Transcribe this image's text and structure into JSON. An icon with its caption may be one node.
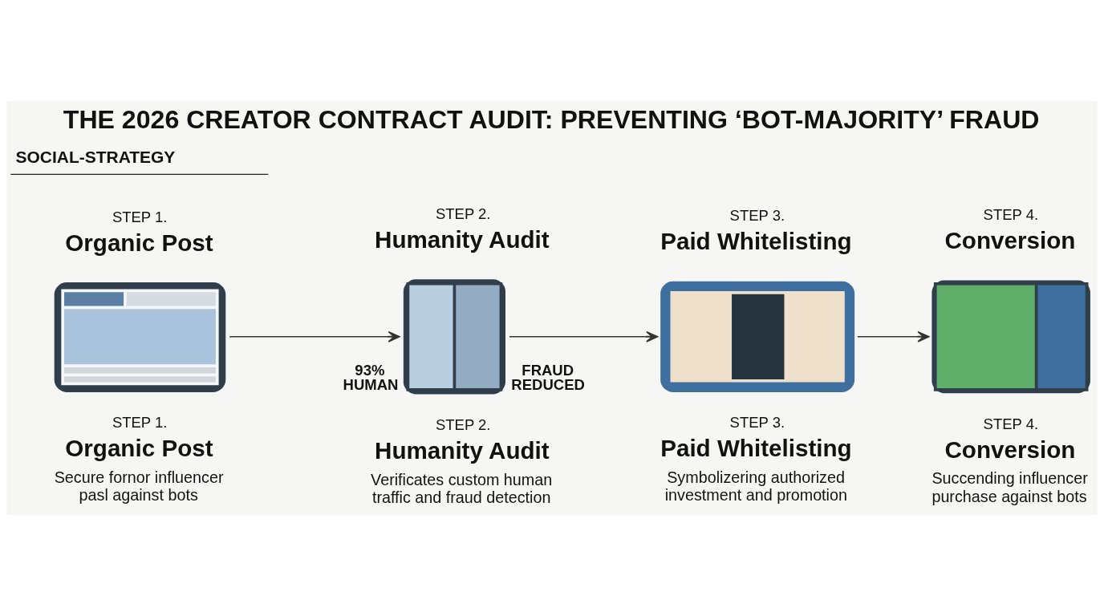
{
  "diagram": {
    "title": "THE 2026 CREATOR CONTRACT AUDIT: PREVENTING ‘BOT-MAJORITY’ FRAUD",
    "nodes": [
      {
        "text": [
          "STEP 1.",
          "Organic Post"
        ],
        "beside": [
          "STEP 1.",
          "Organic Post",
          "Secure fornor influencer pasl against bots"
        ]
      },
      {
        "text": [
          "STEP 2.",
          "Humanity Audit"
        ],
        "beside": [
          "93% HUMAN",
          "FRAUD REDUCED",
          "STEP 2.",
          "Humanity Audit",
          "Verificates custom human traffic and fraud detection"
        ]
      },
      {
        "text": [
          "STEP 3.",
          "Paid Whitelisting"
        ],
        "beside": [
          "STEP 3.",
          "Paid Whitelisting",
          "Symbolizering authorized investment and promotion"
        ]
      },
      {
        "text": [
          "STEP 4.",
          "Conversion"
        ],
        "beside": [
          "STEP 4.",
          "Conversion",
          "Succending influencer purchase against bots"
        ]
      }
    ],
    "edges": [
      {
        "from": 0,
        "to": 1,
        "arrow": "to"
      },
      {
        "from": 1,
        "to": 2,
        "arrow": "to"
      },
      {
        "from": 2,
        "to": 3,
        "arrow": "to"
      }
    ],
    "labels": [
      "SOCIAL-STRATEGY"
    ]
  }
}
